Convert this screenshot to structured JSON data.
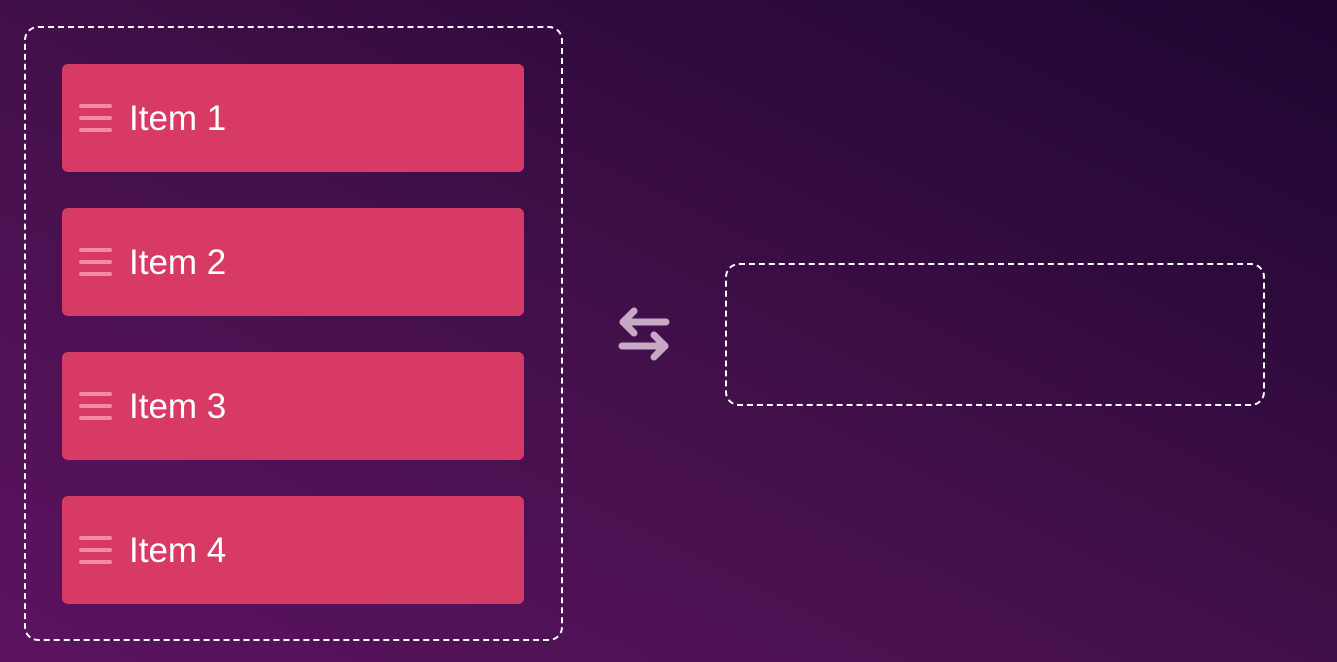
{
  "source_list": {
    "items": [
      {
        "label": "Item 1",
        "icon": "drag-handle-icon"
      },
      {
        "label": "Item 2",
        "icon": "drag-handle-icon"
      },
      {
        "label": "Item 3",
        "icon": "drag-handle-icon"
      },
      {
        "label": "Item 4",
        "icon": "drag-handle-icon"
      }
    ]
  },
  "transfer": {
    "icon": "swap-arrows-icon"
  },
  "target_list": {
    "items": []
  },
  "colors": {
    "item_background": "#d63a65",
    "handle": "#f08ca8",
    "text": "#ffffff",
    "zone_border": "#ffffff"
  }
}
